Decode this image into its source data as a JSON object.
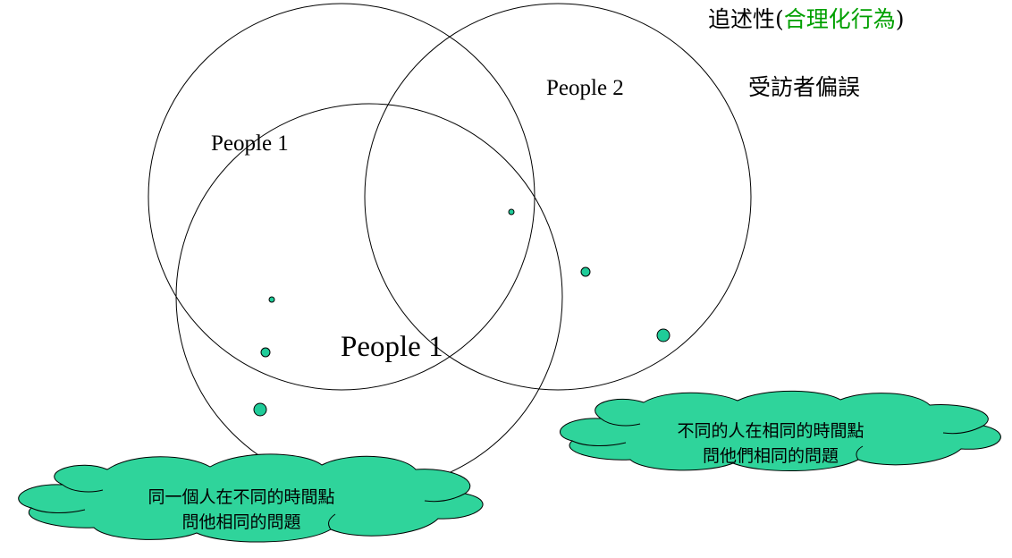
{
  "title": {
    "prefix": "追述性(",
    "highlight": "合理化行為",
    "suffix": ")",
    "highlight_color": "#00a000"
  },
  "subtitle": "受訪者偏誤",
  "labels": {
    "people_1_top": "People 1",
    "people_2": "People 2",
    "people_1_bottom": "People 1"
  },
  "cloud_left": {
    "line1": "同一個人在不同的時間點",
    "line2": "問他相同的問題"
  },
  "cloud_right": {
    "line1": "不同的人在相同的時間點",
    "line2": "問他們相同的問題"
  },
  "colors": {
    "dot_fill": "#1fcc99",
    "cloud_fill": "#2fd49b",
    "stroke": "#000000"
  }
}
